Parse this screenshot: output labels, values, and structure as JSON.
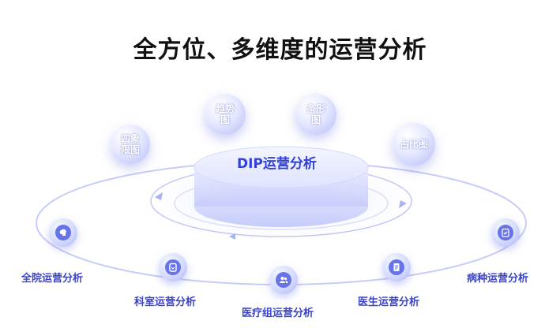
{
  "title": "全方位、多维度的运营分析",
  "center_label": "DIP运营分析",
  "chart_types": [
    {
      "label": "四象\n限图",
      "icon": "quadrant-chart"
    },
    {
      "label": "趋势\n图",
      "icon": "trend-chart"
    },
    {
      "label": "条形\n图",
      "icon": "bar-chart"
    },
    {
      "label": "占比图",
      "icon": "pie-chart"
    }
  ],
  "analyses": [
    {
      "label": "全院运营分析",
      "icon": "brain-icon"
    },
    {
      "label": "科室运营分析",
      "icon": "clipboard-icon"
    },
    {
      "label": "医疗组运营分析",
      "icon": "users-icon"
    },
    {
      "label": "医生运营分析",
      "icon": "document-icon"
    },
    {
      "label": "病种运营分析",
      "icon": "checklist-icon"
    }
  ],
  "colors": {
    "accent": "#3a44c9",
    "node": "#6773e8",
    "bubble": "#b3bcf4"
  }
}
